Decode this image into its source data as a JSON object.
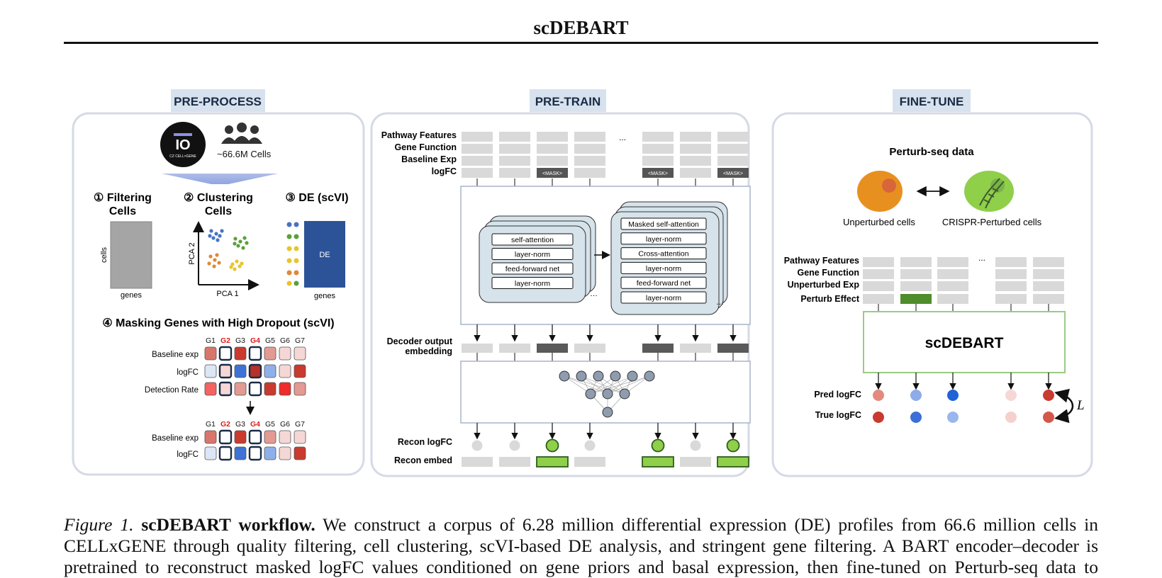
{
  "header": {
    "title": "scDEBART"
  },
  "figure": {
    "preprocess": {
      "section_label": "PRE-PROCESS",
      "logo_text": "CZ CELL×GENE",
      "cells_count": "~66.6M Cells",
      "step1": [
        "① Filtering",
        "Cells"
      ],
      "step2": [
        "② Clustering",
        "Cells"
      ],
      "step3": "③ DE (scVI)",
      "axis_cells": "cells",
      "axis_genes": "genes",
      "axis_pca2": "PCA 2",
      "axis_pca1": "PCA 1",
      "de_label": "DE",
      "de_genes": "genes",
      "step4": "④ Masking Genes with High Dropout (scVI)",
      "gene_headers": [
        "G1",
        "G2",
        "G3",
        "G4",
        "G5",
        "G6",
        "G7"
      ],
      "rows_top": [
        "Baseline exp",
        "logFC",
        "Detection Rate"
      ],
      "rows_bottom": [
        "Baseline exp",
        "logFC"
      ]
    },
    "pretrain": {
      "section_label": "PRE-TRAIN",
      "row_labels": [
        "Pathway Features",
        "Gene Function",
        "Baseline Exp",
        "logFC"
      ],
      "ellipsis": "...",
      "mask_token": "<MASK>",
      "encoder_layers": [
        "self-attention",
        "layer-norm",
        "feed-forward net",
        "layer-norm"
      ],
      "decoder_layers": [
        "Masked self-attention",
        "layer-norm",
        "Cross-attention",
        "layer-norm",
        "feed-forward net",
        "layer-norm"
      ],
      "decoder_output": [
        "Decoder output",
        "embedding"
      ],
      "recon_logfc": "Recon logFC",
      "recon_embed": "Recon embed"
    },
    "finetune": {
      "section_label": "FINE-TUNE",
      "perturb_title": "Perturb-seq data",
      "unperturbed": "Unperturbed cells",
      "crispr": "CRISPR-Perturbed cells",
      "row_labels": [
        "Pathway Features",
        "Gene Function",
        "Unperturbed Exp",
        "Perturb Effect"
      ],
      "ellipsis": "...",
      "model_name": "scDEBART",
      "pred_logfc": "Pred logFC",
      "true_logfc": "True logFC",
      "loss_symbol": "L"
    },
    "colors": {
      "section_bg": "#d7e2ee",
      "green": "#8fcf4a",
      "dark_green": "#4e8c2c",
      "de_blue": "#2c5398",
      "orange": "#e8901f"
    }
  },
  "caption": {
    "fig_label": "Figure 1.",
    "title": "scDEBART workflow.",
    "line1": "We construct a corpus of 6.28 million differential expression (DE) profiles from 66.6 million cells in",
    "line2": "CELLxGENE through quality filtering, cell clustering, scVI-based DE analysis, and stringent gene filtering. A BART encoder–decoder is",
    "line3": "pretrained to reconstruct masked logFC values conditioned on gene priors and basal expression, then fine-tuned on Perturb-seq data to"
  }
}
